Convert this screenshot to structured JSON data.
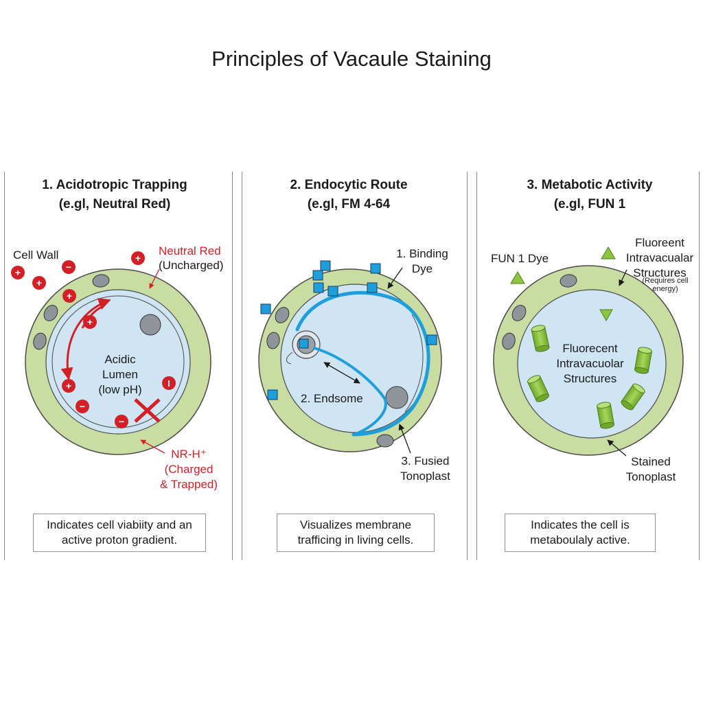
{
  "title": "Principles of Vacaule Staining",
  "panels": [
    {
      "heading": "1. Acidotropic Trapping",
      "subheading": "(e.gl, Neutral Red)",
      "labels": {
        "cell_wall": "Cell Wall",
        "dye_line1": "Neutral Red",
        "dye_line2": "(Uncharged)",
        "lumen_line1": "Acidic",
        "lumen_line2": "Lumen",
        "lumen_line3": "(low pH)",
        "trapped_line1": "NR-H⁺",
        "trapped_line2": "(Charged",
        "trapped_line3": "& Trapped)"
      },
      "ion_symbols": {
        "plus": "+",
        "minus": "−",
        "bar": "I"
      },
      "caption_line1": "Indicates cell viabiity and an",
      "caption_line2": "active proton gradient."
    },
    {
      "heading": "2. Endocytic Route",
      "subheading": "(e.gl, FM 4-64",
      "labels": {
        "binding_line1": "1. Binding",
        "binding_line2": "Dye",
        "endosome": "2. Endsome",
        "fused_line1": "3. Fusied",
        "fused_line2": "Tonoplast"
      },
      "caption_line1": "Visualizes membrane",
      "caption_line2": "trafficing in living cells."
    },
    {
      "heading": "3. Metabotic Activity",
      "subheading": "(e.gl, FUN 1",
      "labels": {
        "dye": "FUN 1 Dye",
        "fluor_top_line1": "Fluoreent",
        "fluor_top_line2": "Intravacualar",
        "fluor_top_line3": "Structures",
        "requires_line1": "(Requires cell",
        "requires_line2": "energy)",
        "fluor_center_line1": "Fluorecent",
        "fluor_center_line2": "Intravacuolar",
        "fluor_center_line3": "Structures",
        "stained_line1": "Stained",
        "stained_line2": "Tonoplast"
      },
      "caption_line1": "Indicates the cell is",
      "caption_line2": "metaboulaly active."
    }
  ],
  "colors": {
    "cell_wall_green": "#c9dca2",
    "cell_wall_stroke": "#4a4a4a",
    "vacuole_blue": "#cfe5f3",
    "membrane_blue": "#1e9fdc",
    "dye_square_blue": "#1e9fdc",
    "neutral_red": "#d32027",
    "organelle_gray": "#8f959a",
    "fun1_green": "#8cc63f"
  }
}
